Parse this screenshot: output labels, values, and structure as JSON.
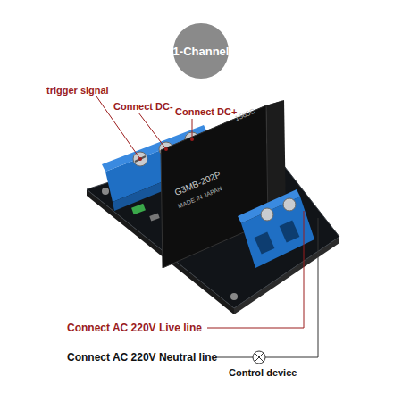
{
  "diagram": {
    "nodes": [
      {
        "text": [
          "1-Channel"
        ]
      }
    ],
    "labels": [
      "trigger signal",
      "Connect DC-",
      "Connect DC+",
      "1565C",
      "G3MB-202P",
      "MADE IN JAPAN",
      "Connect AC 220V Live line",
      "Connect AC 220V Neutral line",
      "Control device"
    ]
  }
}
